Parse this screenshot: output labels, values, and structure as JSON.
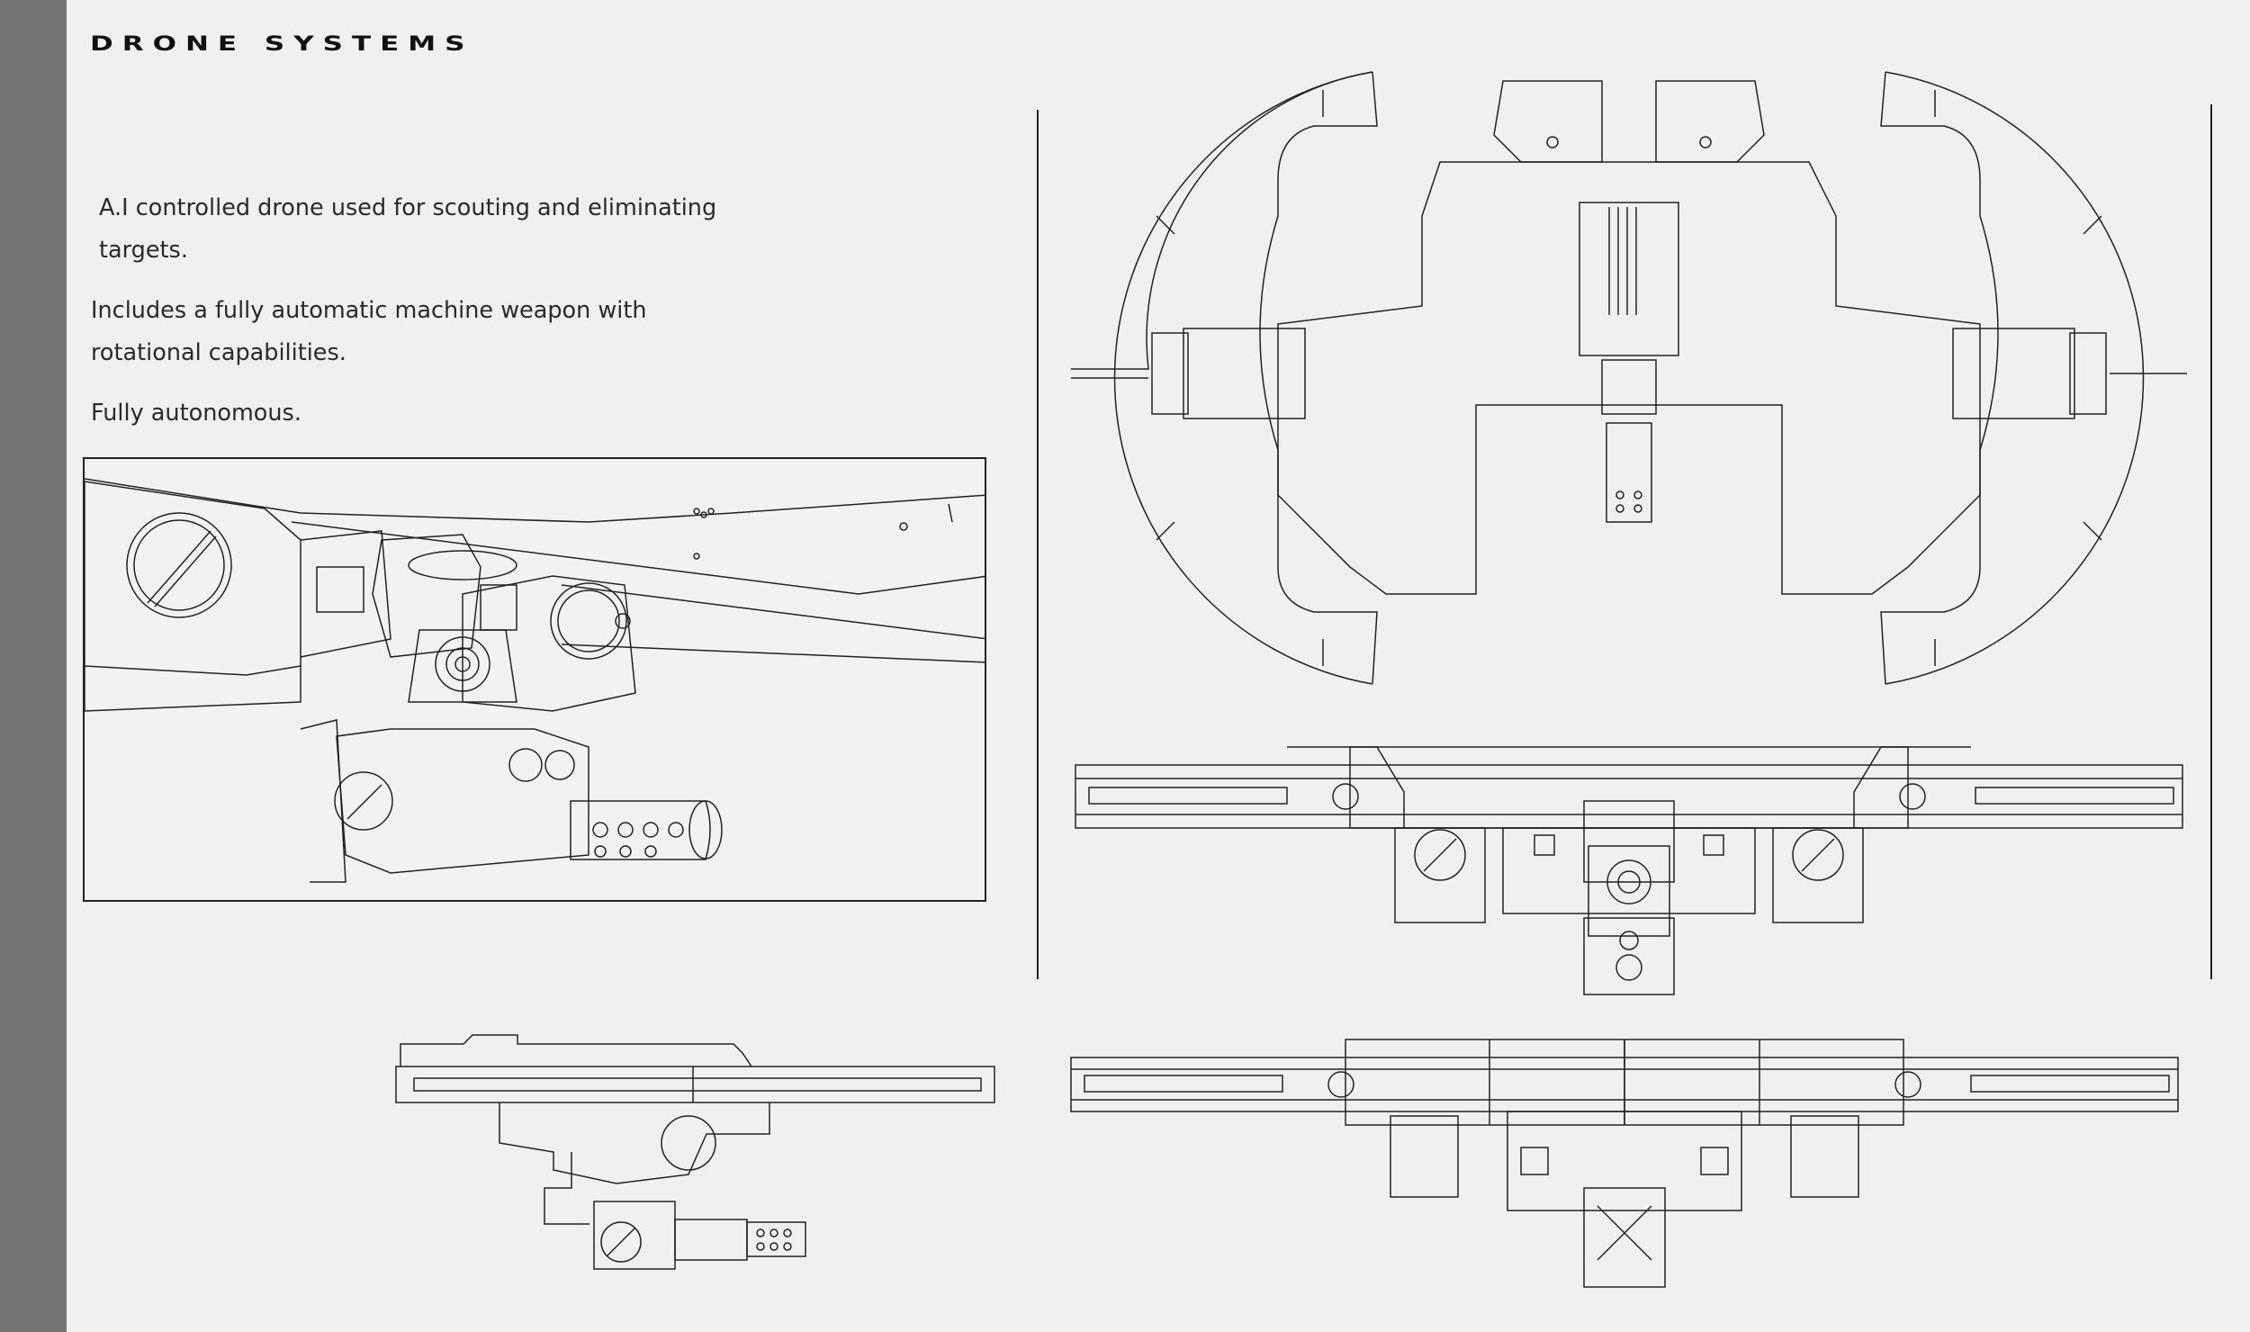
{
  "page": {
    "title": "DRONE SYSTEMS"
  },
  "description": {
    "lines": [
      "A.I controlled drone used for scouting and eliminating targets.",
      "Includes a fully automatic machine weapon with rotational capabilities.",
      "Fully autonomous."
    ]
  },
  "drawings": {
    "perspective_view": "perspective-drone-drawing",
    "top_view": "top-view-drone-drawing",
    "front_view": "front-view-drone-drawing",
    "back_view": "back-view-drone-drawing",
    "side_view": "side-view-drone-drawing"
  },
  "colors": {
    "background": "#f0f0f0",
    "sidebar": "#757575",
    "line": "#222222",
    "text": "#1e1e1e"
  }
}
